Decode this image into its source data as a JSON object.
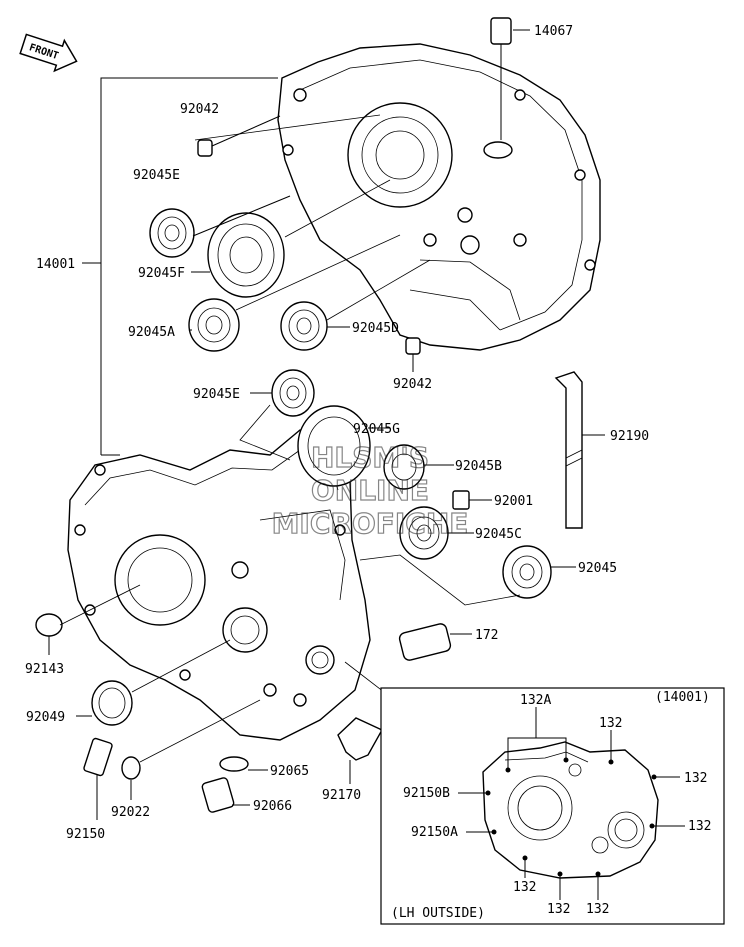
{
  "front_badge": "FRONT",
  "callouts": {
    "p14067": "14067",
    "p92042_top": "92042",
    "p92045E_top": "92045E",
    "p14001": "14001",
    "p92045F": "92045F",
    "p92045A": "92045A",
    "p92045D": "92045D",
    "p92042_mid": "92042",
    "p92045E_mid": "92045E",
    "p92045G": "92045G",
    "p92190": "92190",
    "p92045B": "92045B",
    "p92001": "92001",
    "p92045C": "92045C",
    "p92045": "92045",
    "p172": "172",
    "p92143": "92143",
    "p92049": "92049",
    "p92065": "92065",
    "p92066": "92066",
    "p92170": "92170",
    "p92022": "92022",
    "p92150": "92150"
  },
  "inset": {
    "ref": "(14001)",
    "caption": "(LH OUTSIDE)",
    "labels": {
      "p132A": "132A",
      "p132_top": "132",
      "p132_right1": "132",
      "p132_right2": "132",
      "p92150B": "92150B",
      "p92150A": "92150A",
      "p132_b1": "132",
      "p132_b2": "132",
      "p132_b3": "132"
    }
  },
  "watermark": {
    "line1": "HLSM'S",
    "line2": "ONLINE",
    "line3": "MICROFICHE"
  }
}
